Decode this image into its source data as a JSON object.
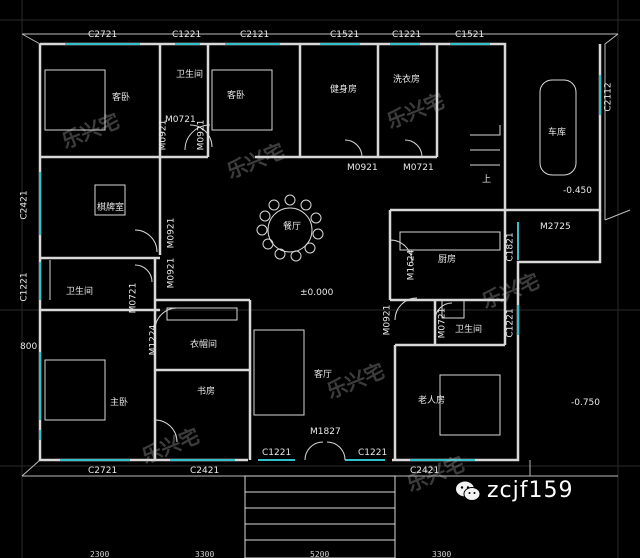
{
  "window_labels": {
    "top_1": "C2721",
    "top_2": "C1221",
    "top_3": "C2121",
    "top_4": "C1521",
    "top_5": "C1221",
    "top_6": "C1521",
    "left_1": "C2421",
    "left_2": "C1221",
    "right_1": "C2112",
    "right_2": "C1821",
    "right_3": "C1221",
    "bottom_1": "C2721",
    "bottom_2": "C2421",
    "bottom_3": "C1221",
    "bottom_4": "C1221",
    "bottom_5": "C2421"
  },
  "door_labels": {
    "d1": "M0721",
    "d2": "M0921",
    "d3": "M0921",
    "d4": "M0721",
    "d5": "M0921",
    "d6": "M0921",
    "d7": "M0721",
    "d8": "M1224",
    "d9": "M0921",
    "d10": "M1624",
    "d11": "M0921",
    "d12": "M0721",
    "d13": "M1827",
    "d14": "M2725"
  },
  "rooms": {
    "bedroom_1": "客卧",
    "bathroom_1": "卫生间",
    "bedroom_2": "客卧",
    "fitness": "健身房",
    "laundry": "洗衣房",
    "garage": "车库",
    "up": "上",
    "garage_level": "-0.450",
    "mahjong": "棋牌室",
    "dining": "餐厅",
    "bathroom_2": "卫生间",
    "kitchen": "厨房",
    "cloakroom": "衣帽间",
    "bathroom_3": "卫生间",
    "living": "客厅",
    "master": "主卧",
    "study": "书房",
    "elderly": "老人房",
    "floor_level": "±0.000",
    "yard_level": "-0.750",
    "side_dim": "800"
  },
  "bottom_dims": [
    "2300",
    "3300",
    "5200",
    "3300"
  ],
  "watermark": "乐兴宅",
  "brand": {
    "handle": "zcjf159"
  }
}
